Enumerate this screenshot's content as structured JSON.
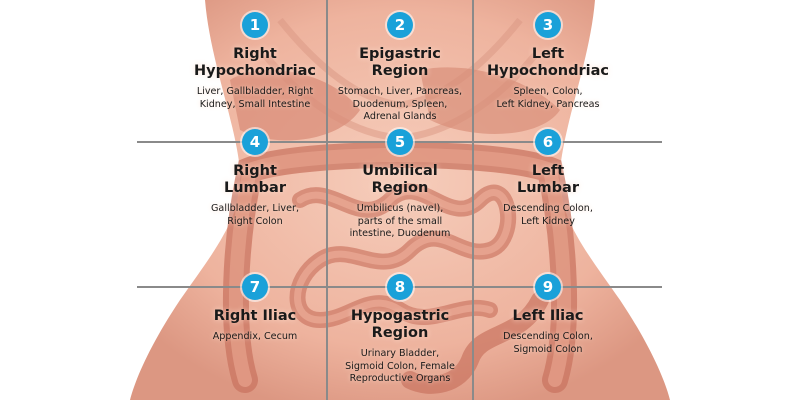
{
  "regions": [
    {
      "number": "1",
      "title": "Right\nHypochondriac",
      "organs": "Liver, Gallbladder, Right\nKidney, Small Intestine"
    },
    {
      "number": "2",
      "title": "Epigastric\nRegion",
      "organs": "Stomach, Liver, Pancreas,\nDuodenum, Spleen,\nAdrenal Glands"
    },
    {
      "number": "3",
      "title": "Left\nHypochondriac",
      "organs": "Spleen, Colon,\nLeft Kidney, Pancreas"
    },
    {
      "number": "4",
      "title": "Right\nLumbar",
      "organs": "Gallbladder, Liver,\nRight Colon"
    },
    {
      "number": "5",
      "title": "Umbilical\nRegion",
      "organs": "Umbilicus (navel),\nparts of the small\nintestine, Duodenum"
    },
    {
      "number": "6",
      "title": "Left\nLumbar",
      "organs": "Descending Colon,\nLeft Kidney"
    },
    {
      "number": "7",
      "title": "Right Iliac",
      "organs": "Appendix, Cecum"
    },
    {
      "number": "8",
      "title": "Hypogastric\nRegion",
      "organs": "Urinary Bladder,\nSigmoid Colon, Female\nReproductive Organs"
    },
    {
      "number": "9",
      "title": "Left Iliac",
      "organs": "Descending Colon,\nSigmoid Colon"
    }
  ],
  "colors": {
    "skin": "#eeb39e",
    "gut": "#d58472",
    "gut_dark": "#b5624f",
    "badge": "#1aa1d9",
    "grid_line": "#8a8a8a"
  }
}
